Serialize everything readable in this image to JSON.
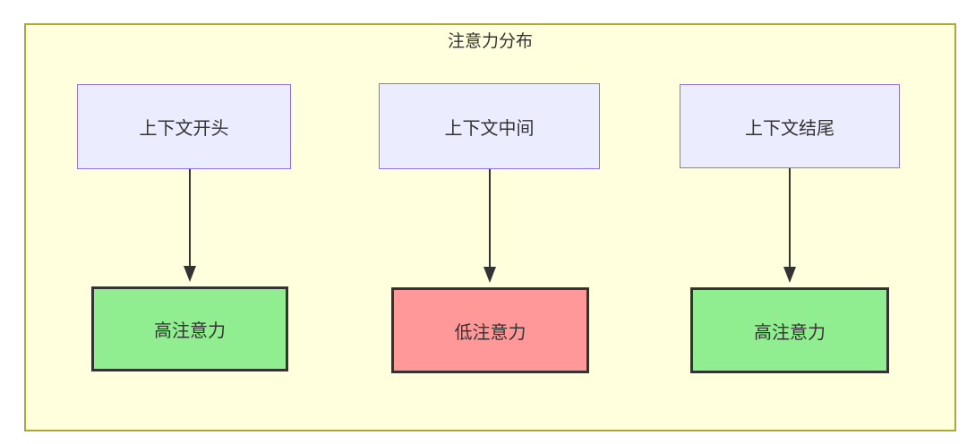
{
  "diagram": {
    "title": "注意力分布",
    "columns": [
      {
        "source": "上下文开头",
        "target": "高注意力",
        "attention_level": "high"
      },
      {
        "source": "上下文中间",
        "target": "低注意力",
        "attention_level": "low"
      },
      {
        "source": "上下文结尾",
        "target": "高注意力",
        "attention_level": "high"
      }
    ],
    "edges": [
      {
        "from": "上下文开头",
        "to": "高注意力"
      },
      {
        "from": "上下文中间",
        "to": "低注意力"
      },
      {
        "from": "上下文结尾",
        "to": "高注意力"
      }
    ],
    "colors": {
      "cluster_fill": "#ffffde",
      "cluster_border": "#aaaa33",
      "source_node_fill": "#ECECFF",
      "source_node_border": "#9370DB",
      "high_attention_fill": "#90EE90",
      "low_attention_fill": "#FF9999",
      "target_node_border": "#333333",
      "arrow": "#333333",
      "text": "#333333"
    }
  }
}
